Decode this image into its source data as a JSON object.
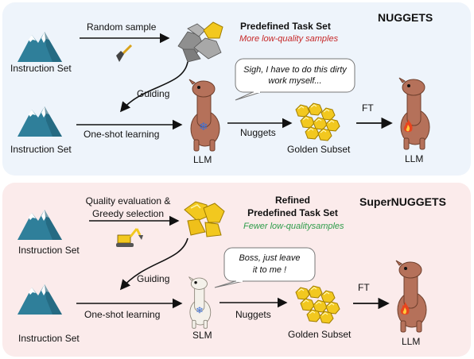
{
  "nuggets": {
    "title": "NUGGETS",
    "instruction_set_a": "Instruction Set",
    "instruction_set_b": "Instruction Set",
    "random_sample": "Random sample",
    "task_set_title": "Predefined Task Set",
    "task_set_note": "More low-quality samples",
    "guiding": "Guiding",
    "one_shot": "One-shot learning",
    "llm_label": "LLM",
    "speech": "Sigh, I have to do this dirty work myself...",
    "nuggets_arrow": "Nuggets",
    "golden_subset": "Golden Subset",
    "ft": "FT",
    "llm_result": "LLM"
  },
  "supernuggets": {
    "title": "SuperNUGGETS",
    "instruction_set_a": "Instruction Set",
    "instruction_set_b": "Instruction Set",
    "quality_eval_line1": "Quality evaluation &",
    "quality_eval_line2": "Greedy selection",
    "task_set_title_line1": "Refined",
    "task_set_title_line2": "Predefined Task Set",
    "task_set_note": "Fewer low-qualitysamples",
    "guiding": "Guiding",
    "one_shot": "One-shot learning",
    "slm_label": "SLM",
    "speech_line1": "Boss, just leave",
    "speech_line2": "it to me !",
    "nuggets_arrow": "Nuggets",
    "golden_subset": "Golden Subset",
    "ft": "FT",
    "llm_result": "LLM"
  },
  "colors": {
    "top_panel": "#eef4fb",
    "bottom_panel": "#fbebeb",
    "mountain": "#2f7f9a",
    "snow": "#ffffff",
    "gold": "#f2c81f",
    "rock": "#9e9e9e",
    "alpaca_brown": "#b5715a",
    "alpaca_white": "#f4f1ea",
    "fire": "#e8451e",
    "note_red": "#c62828",
    "note_green": "#2e9c4a"
  },
  "icons": [
    "mountain-icon",
    "rock-pile-icon",
    "gold-nugget-icon",
    "shovel-icon",
    "excavator-icon",
    "alpaca-icon",
    "fire-icon",
    "snowflake-icon",
    "speech-bubble-icon"
  ]
}
